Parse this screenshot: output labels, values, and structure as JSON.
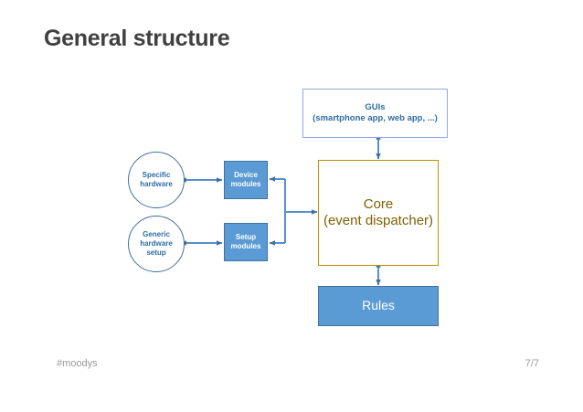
{
  "slide": {
    "title": "General structure",
    "footer_left": "#moodys",
    "footer_right": "7/7"
  },
  "colors": {
    "title": "#404040",
    "footer": "#9a9a9a",
    "blue_fill": "#5b9bd5",
    "blue_stroke": "#41719c",
    "blue_text": "#2e6da4",
    "gold_stroke": "#bf9000",
    "gold_text": "#7f6000",
    "light_blue_stroke": "#8faadc",
    "connector": "#5b8fc9",
    "background": "#ffffff"
  },
  "diagram": {
    "type": "block-diagram",
    "nodes": {
      "guis": {
        "label_line1": "GUIs",
        "label_line2": "(smartphone app, web app, ...)",
        "shape": "rectangle",
        "style": "outline-blue"
      },
      "core": {
        "label_line1": "Core",
        "label_line2": "(event dispatcher)",
        "shape": "rectangle",
        "style": "outline-gold"
      },
      "rules": {
        "label": "Rules",
        "shape": "rectangle",
        "style": "filled-blue"
      },
      "device_modules": {
        "label_line1": "Device",
        "label_line2": "modules",
        "shape": "rectangle",
        "style": "filled-blue"
      },
      "setup_modules": {
        "label_line1": "Setup",
        "label_line2": "modules",
        "shape": "rectangle",
        "style": "filled-blue"
      },
      "specific_hardware": {
        "label_line1": "Specific",
        "label_line2": "hardware",
        "shape": "circle",
        "style": "outline-blue"
      },
      "generic_hardware": {
        "label_line1": "Generic",
        "label_line2": "hardware",
        "label_line3": "setup",
        "shape": "circle",
        "style": "outline-blue"
      }
    },
    "connectors": [
      {
        "from": "guis",
        "to": "core",
        "arrows": "both",
        "orientation": "vertical"
      },
      {
        "from": "core",
        "to": "rules",
        "arrows": "both",
        "orientation": "vertical"
      },
      {
        "from": "core",
        "to": "device_modules",
        "arrows": "both",
        "orientation": "elbow"
      },
      {
        "from": "core",
        "to": "setup_modules",
        "arrows": "both",
        "orientation": "elbow"
      },
      {
        "from": "device_modules",
        "to": "specific_hardware",
        "arrows": "both",
        "orientation": "horizontal"
      },
      {
        "from": "setup_modules",
        "to": "generic_hardware",
        "arrows": "both",
        "orientation": "horizontal"
      }
    ]
  }
}
